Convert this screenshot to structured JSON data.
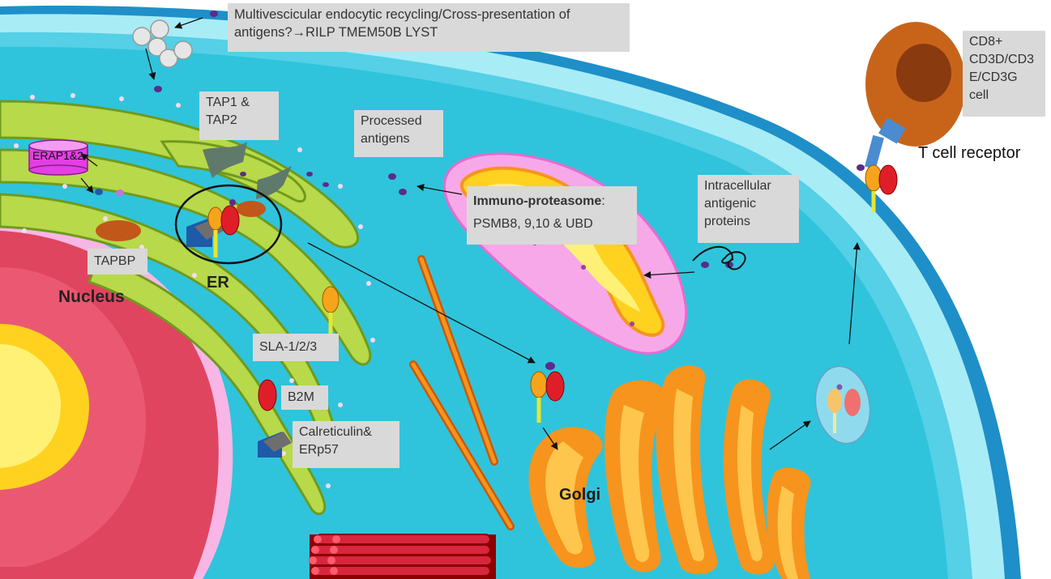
{
  "labels": {
    "multivesicular_line1": "Multivescicular endocytic recycling/Cross-presentation of",
    "multivesicular_line2": "antigens?→RILP TMEM50B LYST",
    "tap_line1": "TAP1 &",
    "tap_line2": "TAP2",
    "processed_line1": "Processed",
    "processed_line2": "antigens",
    "erap": "ERAP1&2",
    "tapbp": "TAPBP",
    "er": "ER",
    "nucleus": "Nucleus",
    "immuno_title": "Immuno-proteasome",
    "immuno_colon": ":",
    "immuno_line2": "PSMB8, 9,10 & UBD",
    "intracellular_line1": "Intracellular",
    "intracellular_line2": "antigenic",
    "intracellular_line3": "proteins",
    "cd8_line1": "CD8+",
    "cd8_line2": "CD3D/CD3",
    "cd8_line3": "E/CD3G",
    "cd8_line4": "cell",
    "tcr": "T cell receptor",
    "sla": "SLA-1/2/3",
    "b2m": "B2M",
    "calreticulin_line1": "Calreticulin&",
    "calreticulin_line2": "ERp57",
    "golgi": "Golgi"
  },
  "colors": {
    "cytoplasm": "#2fc4dc",
    "membrane_outer": "#1e8fc8",
    "membrane_light": "#a8ecf6",
    "er_green": "#b7d94a",
    "er_dark": "#6f9a1e",
    "nucleus_red": "#e0455f",
    "golgi_orange": "#f7941d",
    "mito_pink": "#f7a8e8",
    "t_cell": "#c8641a",
    "label_grey": "#d9d9d9"
  }
}
